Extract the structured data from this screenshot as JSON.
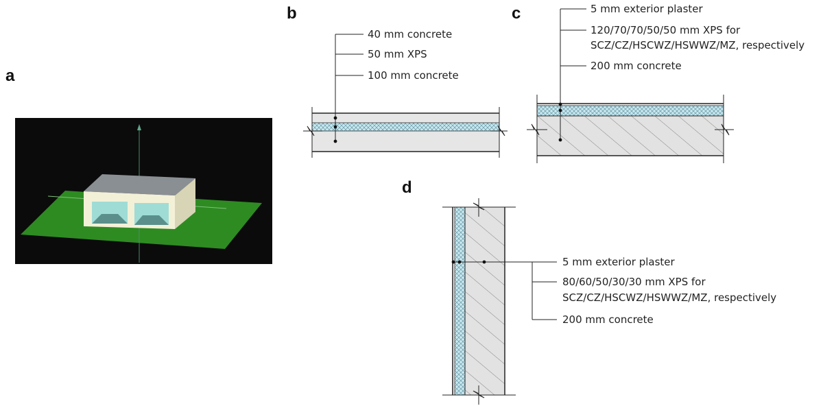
{
  "panels": {
    "a": {
      "letter": "a"
    },
    "b": {
      "letter": "b",
      "labels": [
        "40 mm concrete",
        "50 mm XPS",
        "100 mm concrete"
      ]
    },
    "c": {
      "letter": "c",
      "labels": [
        "5 mm exterior plaster",
        "120/70/70/50/50 mm XPS for",
        "SCZ/CZ/HSCWZ/HSWWZ/MZ, respectively",
        "200 mm concrete"
      ]
    },
    "d": {
      "letter": "d",
      "labels": [
        "5 mm exterior plaster",
        "80/60/50/30/30 mm XPS for",
        "SCZ/CZ/HSCWZ/HSWWZ/MZ, respectively",
        "200 mm concrete"
      ]
    }
  },
  "colors": {
    "scene_background": "#0b0b0b",
    "ground": "#2e8b22",
    "building_wall": "#f3f0d8",
    "building_roof": "#8a8f94",
    "window_glass": "#9fdcd6",
    "concrete_fill": "#e2e2e2",
    "xps_fill": "#c9e7ee",
    "line": "#222222"
  }
}
